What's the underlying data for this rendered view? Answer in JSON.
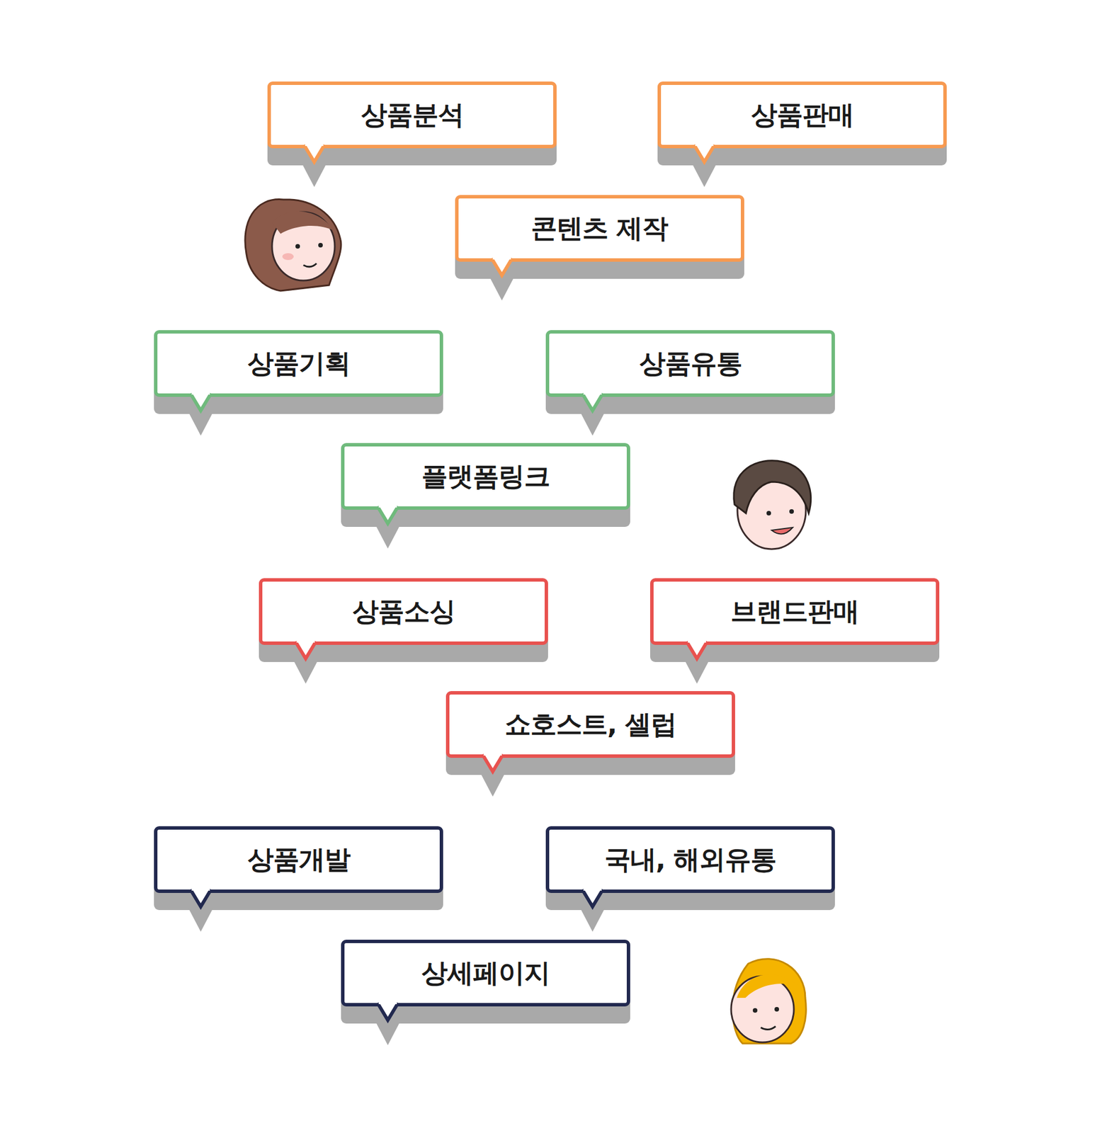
{
  "diagram": {
    "nodes": [
      {
        "text": [
          "상품분석"
        ]
      },
      {
        "text": [
          "상품판매"
        ]
      },
      {
        "text": [
          "콘텐츠 제작"
        ]
      },
      {
        "text": [
          "상품기획"
        ]
      },
      {
        "text": [
          "상품유통"
        ]
      },
      {
        "text": [
          "플랫폼링크"
        ]
      },
      {
        "text": [
          "상품소싱"
        ]
      },
      {
        "text": [
          "브랜드판매"
        ]
      },
      {
        "text": [
          "쇼호스트, 셀럽"
        ]
      },
      {
        "text": [
          "상품개발"
        ]
      },
      {
        "text": [
          "국내, 해외유통"
        ]
      },
      {
        "text": [
          "상세페이지"
        ]
      }
    ]
  }
}
